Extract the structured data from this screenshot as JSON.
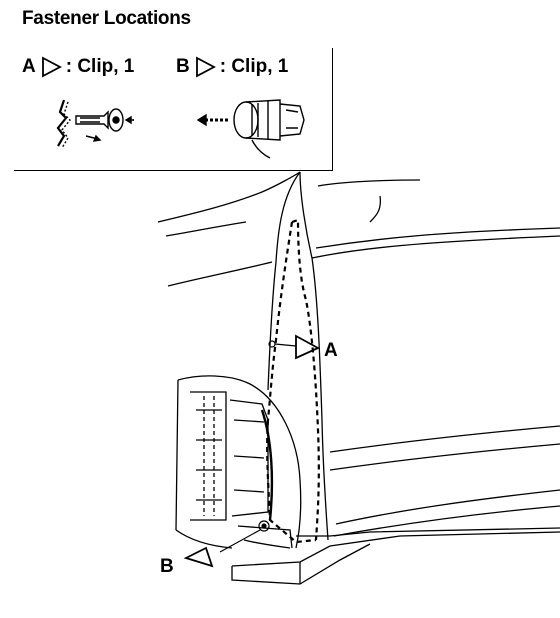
{
  "title": "Fastener Locations",
  "legend": {
    "a": {
      "letter": "A",
      "desc": ": Clip, 1"
    },
    "b": {
      "letter": "B",
      "desc": ": Clip, 1"
    }
  },
  "callouts": {
    "a": "A",
    "b": "B"
  }
}
